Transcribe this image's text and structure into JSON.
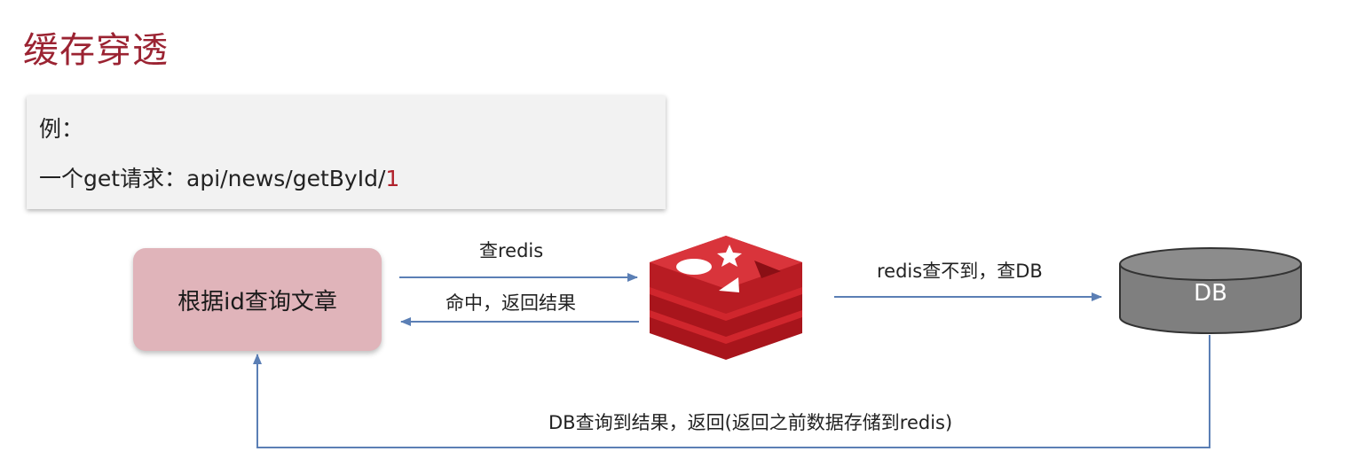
{
  "title": "缓存穿透",
  "example": {
    "label": "例：",
    "line_prefix": "一个get请求：api/news/getById/",
    "line_id": "1"
  },
  "nodes": {
    "query_box": "根据id查询文章",
    "db": "DB"
  },
  "edges": {
    "query_redis": "查redis",
    "hit_return": "命中，返回结果",
    "redis_miss": "redis查不到，查DB",
    "db_return": "DB查询到结果，返回(返回之前数据存储到redis)"
  },
  "colors": {
    "title": "#9b2332",
    "query_box_fill": "#e0b4ba",
    "arrow": "#5b7fb5",
    "redis_red": "#c8232c",
    "db_gray": "#7f7f7f"
  },
  "icons": {
    "redis": "redis-logo-icon"
  }
}
